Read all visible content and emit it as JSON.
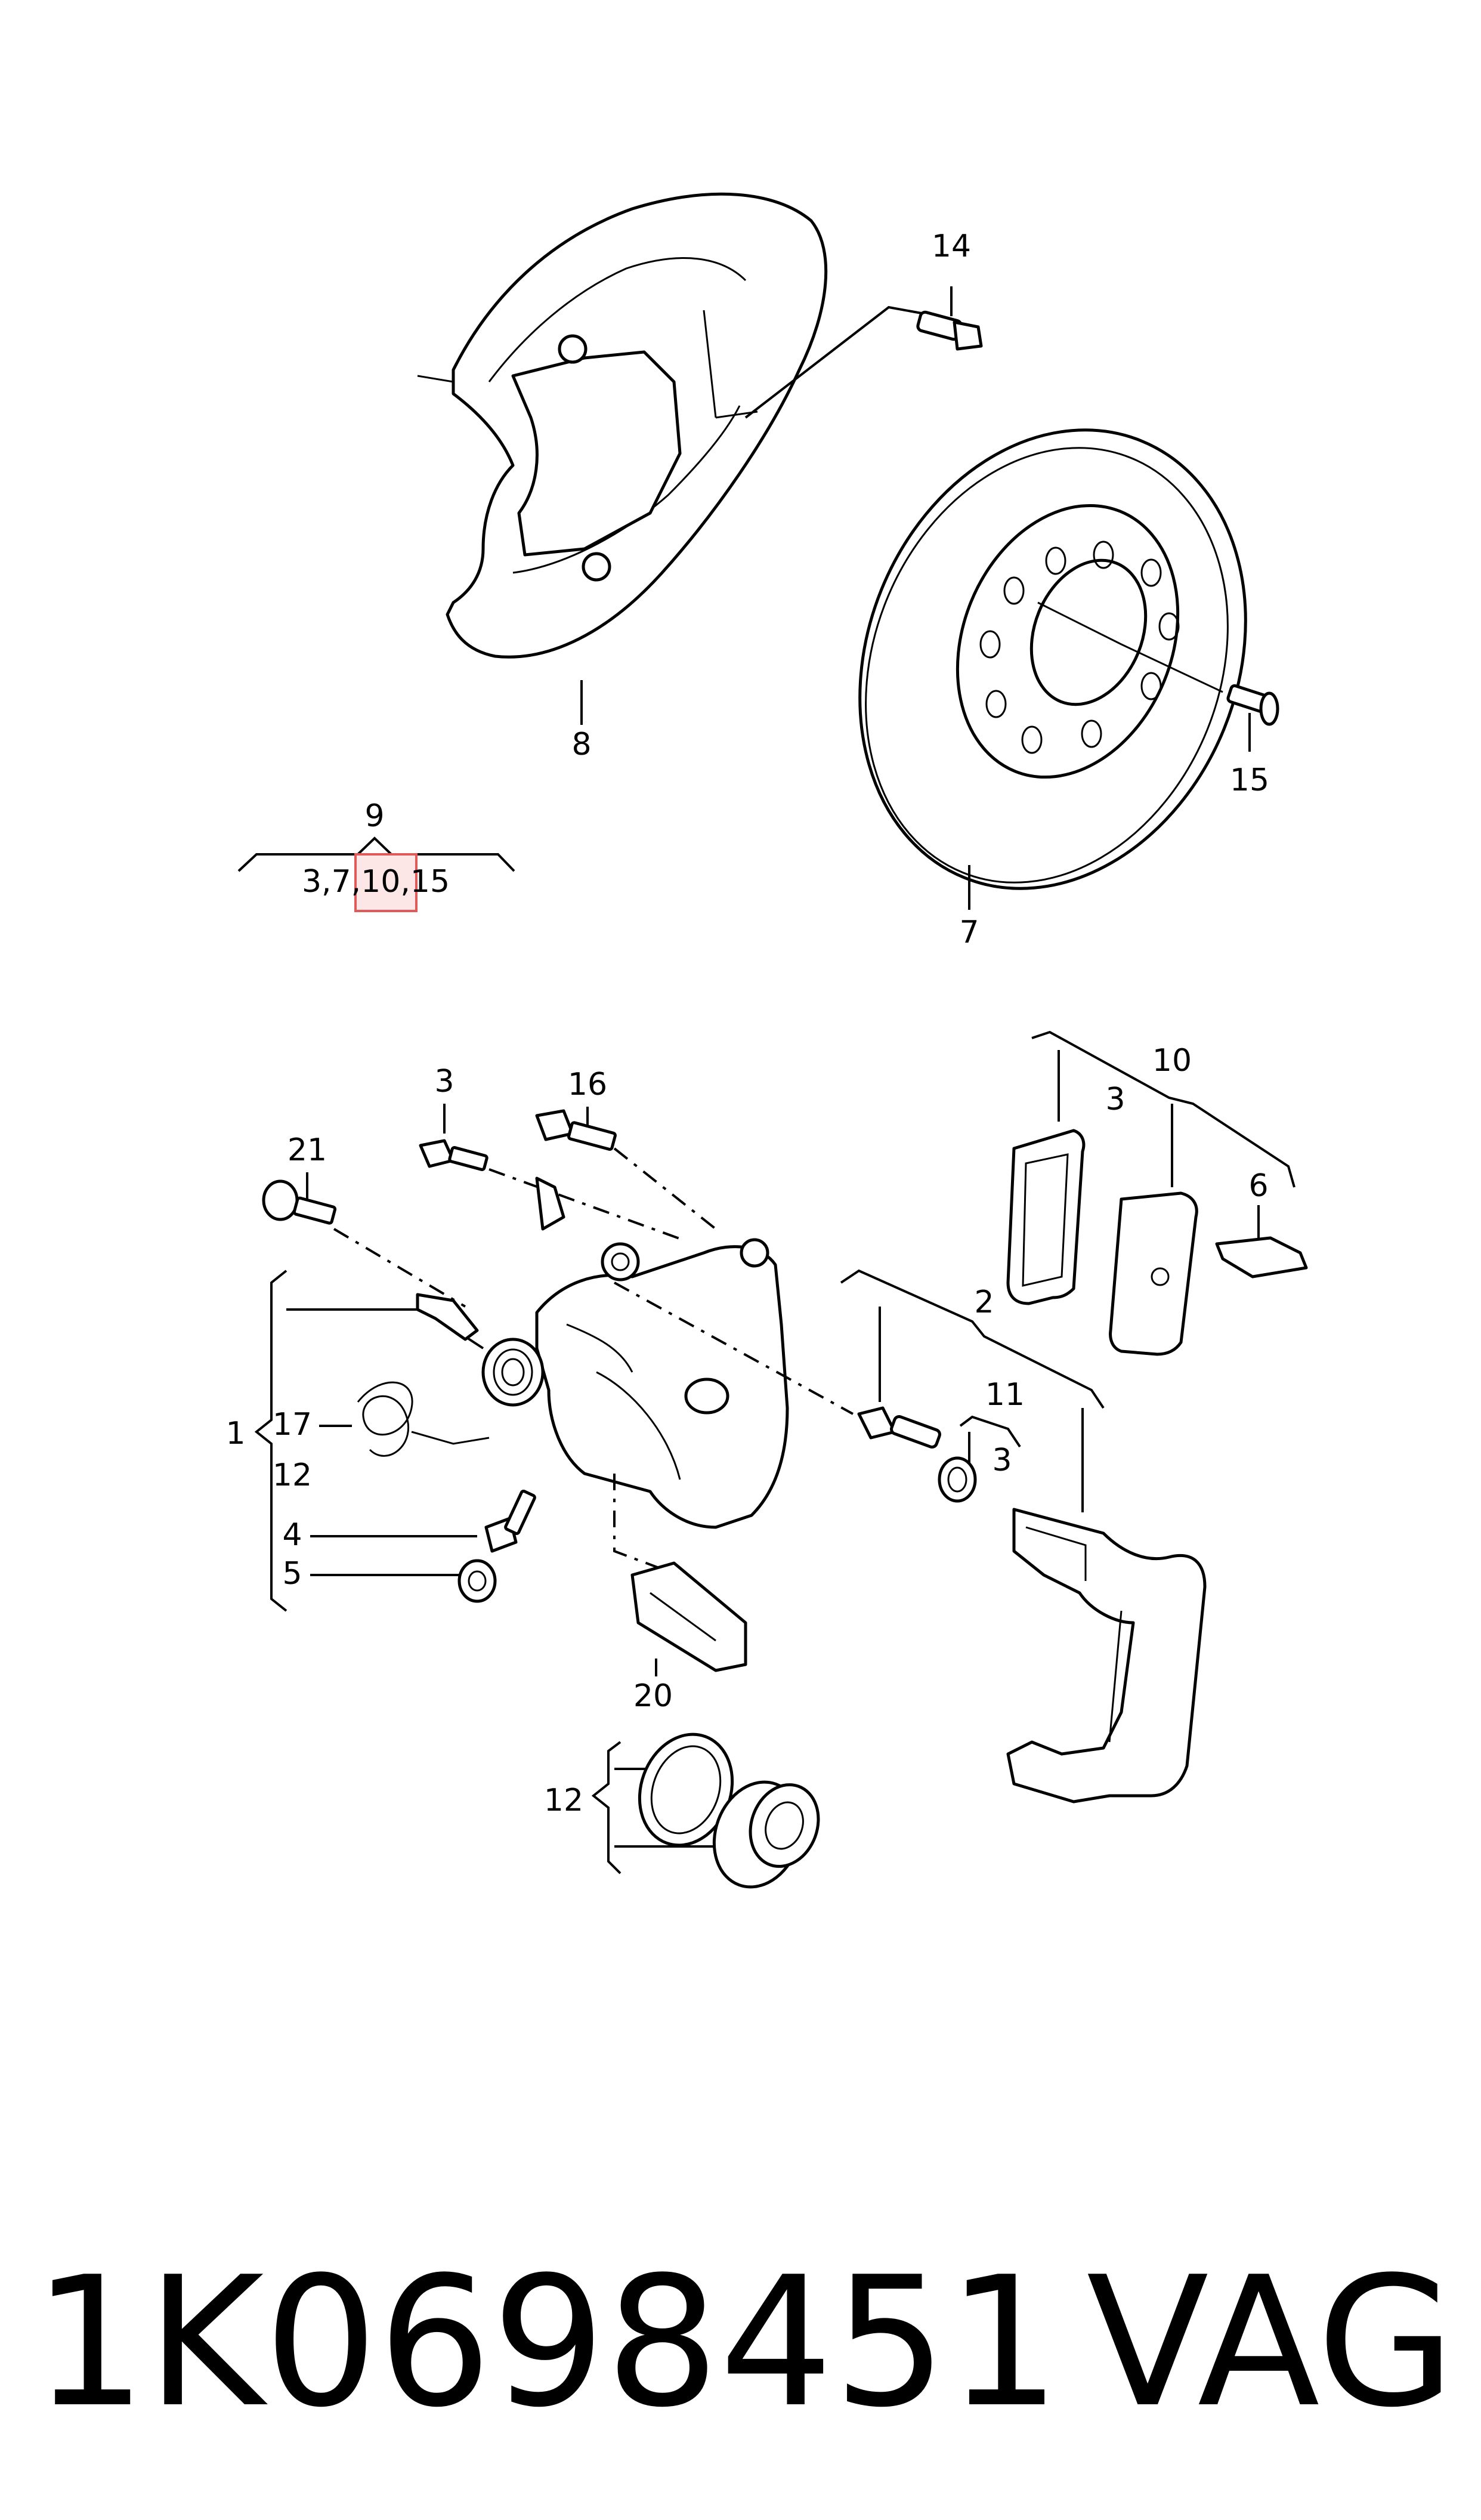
{
  "diagram": {
    "callouts": {
      "c14": "14",
      "c8": "8",
      "c15_top": "15",
      "c7": "7",
      "c9": "9",
      "c9_children": "3,7,10,15",
      "c3_bolt": "3",
      "c16": "16",
      "c21": "21",
      "c10": "10",
      "c3_pads": "3",
      "c6": "6",
      "c2": "2",
      "c11": "11",
      "c3_pin": "3",
      "c1": "1",
      "c17": "17",
      "c12_group": "12",
      "c4": "4",
      "c5": "5",
      "c20": "20",
      "c12_lower": "12"
    },
    "highlight_color": "#e05a5a"
  },
  "footer": {
    "part_number": "1K0698451",
    "brand": "VAG"
  }
}
